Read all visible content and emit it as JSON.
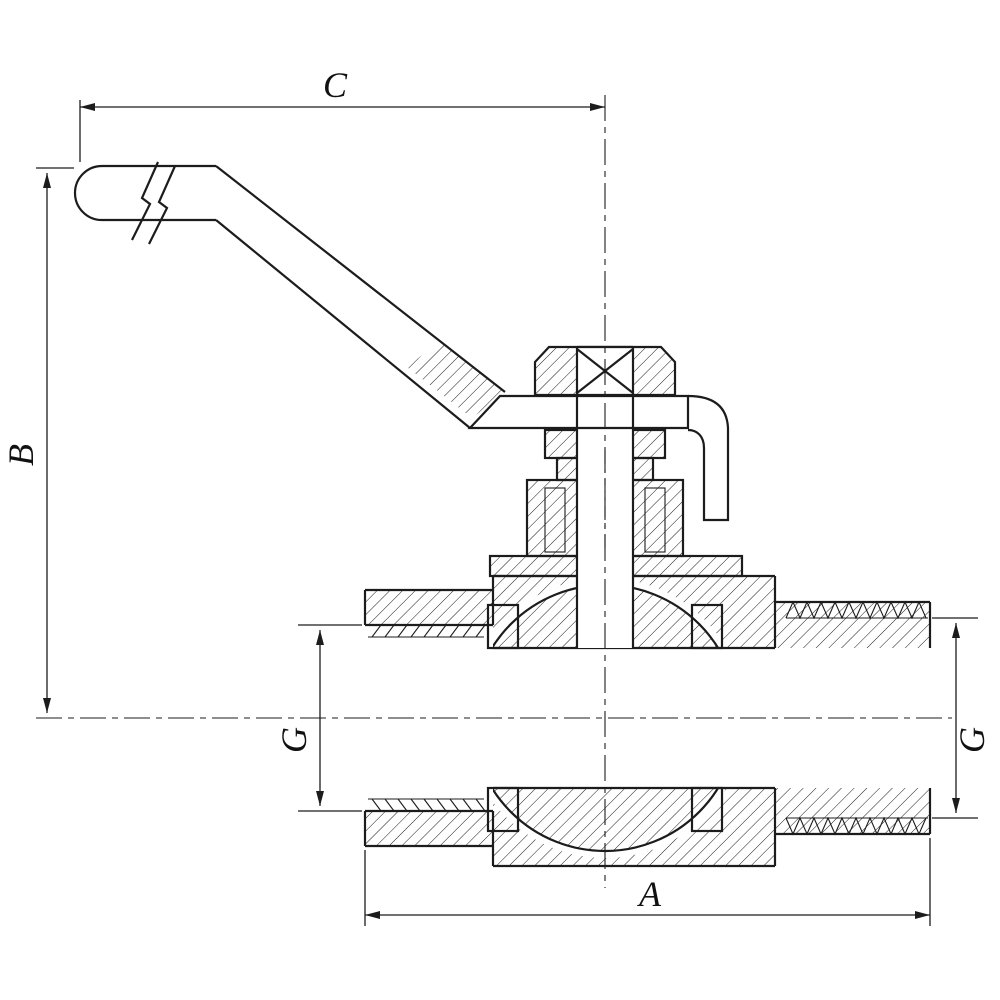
{
  "drawing": {
    "kind": "ball-valve-cross-section-technical-drawing",
    "labels": {
      "dim_c": "C",
      "dim_b": "B",
      "dim_g_left": "G",
      "dim_g_right": "G",
      "dim_a": "A"
    },
    "colors": {
      "line": "#1c1c1c",
      "background": "#ffffff"
    }
  }
}
